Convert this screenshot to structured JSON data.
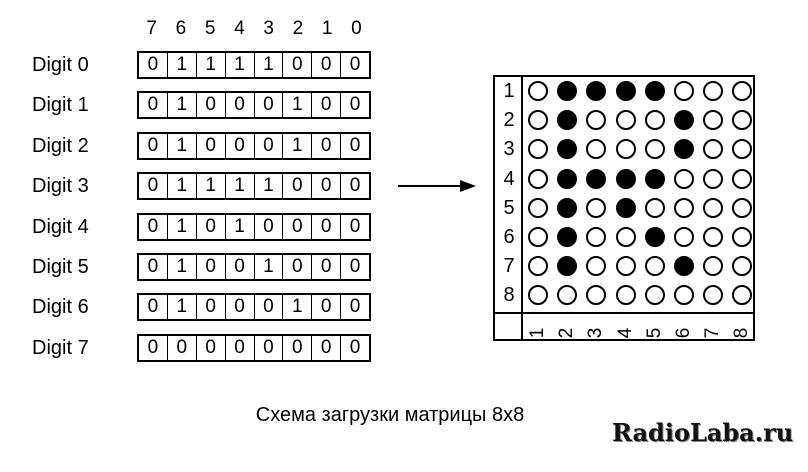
{
  "bit_header": [
    "7",
    "6",
    "5",
    "4",
    "3",
    "2",
    "1",
    "0"
  ],
  "digits": [
    {
      "label": "Digit 0",
      "bits": [
        "0",
        "1",
        "1",
        "1",
        "1",
        "0",
        "0",
        "0"
      ]
    },
    {
      "label": "Digit 1",
      "bits": [
        "0",
        "1",
        "0",
        "0",
        "0",
        "1",
        "0",
        "0"
      ]
    },
    {
      "label": "Digit 2",
      "bits": [
        "0",
        "1",
        "0",
        "0",
        "0",
        "1",
        "0",
        "0"
      ]
    },
    {
      "label": "Digit 3",
      "bits": [
        "0",
        "1",
        "1",
        "1",
        "1",
        "0",
        "0",
        "0"
      ]
    },
    {
      "label": "Digit 4",
      "bits": [
        "0",
        "1",
        "0",
        "1",
        "0",
        "0",
        "0",
        "0"
      ]
    },
    {
      "label": "Digit 5",
      "bits": [
        "0",
        "1",
        "0",
        "0",
        "1",
        "0",
        "0",
        "0"
      ]
    },
    {
      "label": "Digit 6",
      "bits": [
        "0",
        "1",
        "0",
        "0",
        "0",
        "1",
        "0",
        "0"
      ]
    },
    {
      "label": "Digit 7",
      "bits": [
        "0",
        "0",
        "0",
        "0",
        "0",
        "0",
        "0",
        "0"
      ]
    }
  ],
  "matrix": {
    "row_labels": [
      "1",
      "2",
      "3",
      "4",
      "5",
      "6",
      "7",
      "8"
    ],
    "col_labels": [
      "1",
      "2",
      "3",
      "4",
      "5",
      "6",
      "7",
      "8"
    ],
    "cells": [
      [
        0,
        1,
        1,
        1,
        1,
        0,
        0,
        0
      ],
      [
        0,
        1,
        0,
        0,
        0,
        1,
        0,
        0
      ],
      [
        0,
        1,
        0,
        0,
        0,
        1,
        0,
        0
      ],
      [
        0,
        1,
        1,
        1,
        1,
        0,
        0,
        0
      ],
      [
        0,
        1,
        0,
        1,
        0,
        0,
        0,
        0
      ],
      [
        0,
        1,
        0,
        0,
        1,
        0,
        0,
        0
      ],
      [
        0,
        1,
        0,
        0,
        0,
        1,
        0,
        0
      ],
      [
        0,
        0,
        0,
        0,
        0,
        0,
        0,
        0
      ]
    ]
  },
  "caption": "Схема загрузки матрицы 8x8",
  "watermark": "RadioLaba.ru"
}
